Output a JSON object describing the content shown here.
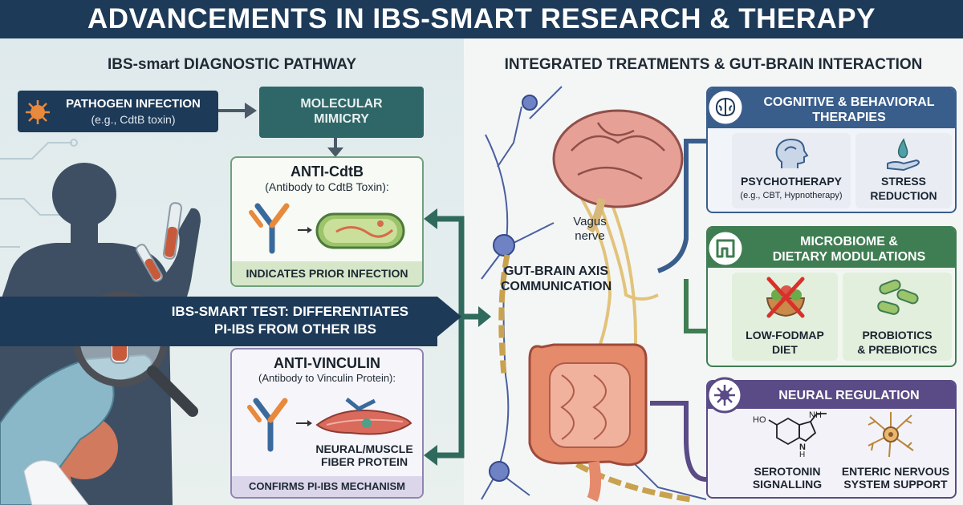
{
  "title": "ADVANCEMENTS IN IBS-SMART RESEARCH & THERAPY",
  "left": {
    "section_title": "IBS-smart DIAGNOSTIC PATHWAY",
    "pathogen": {
      "line1": "PATHOGEN INFECTION",
      "line2": "(e.g., CdtB toxin)"
    },
    "mimicry": {
      "line1": "MOLECULAR",
      "line2": "MIMICRY"
    },
    "cdtb": {
      "title": "ANTI-CdtB",
      "sub1": "(Antibody to CdtB Toxin):",
      "footer": "INDICATES PRIOR INFECTION"
    },
    "test": {
      "line1": "IBS-SMART TEST: DIFFERENTIATES",
      "line2": "PI-IBS FROM OTHER IBS"
    },
    "vinculin": {
      "title": "ANTI-VINCULIN",
      "sub1": "(Antibody to Vinculin Protein):",
      "protein1": "NEURAL/MUSCLE",
      "protein2": "FIBER PROTEIN",
      "footer": "CONFIRMS PI-IBS MECHANISM"
    }
  },
  "right": {
    "section_title": "INTEGRATED TREATMENTS & GUT-BRAIN INTERACTION",
    "vagus1": "Vagus",
    "vagus2": "nerve",
    "axis1": "GUT-BRAIN AXIS",
    "axis2": "COMMUNICATION",
    "cbt": {
      "head1": "COGNITIVE & BEHAVIORAL",
      "head2": "THERAPIES",
      "item1": "PSYCHOTHERAPY",
      "item1_note": "(e.g., CBT, Hypnotherapy)",
      "item2a": "STRESS",
      "item2b": "REDUCTION"
    },
    "micro": {
      "head1": "MICROBIOME &",
      "head2": "DIETARY MODULATIONS",
      "item1a": "LOW-FODMAP",
      "item1b": "DIET",
      "item2a": "PROBIOTICS",
      "item2b": "& PREBIOTICS"
    },
    "neural": {
      "head": "NEURAL REGULATION",
      "mol_nh": "NH",
      "mol_ho": "HO",
      "mol_n": "N",
      "mol_h": "H",
      "item1a": "SEROTONIN",
      "item1b": "SIGNALLING",
      "item2a": "ENTERIC NERVOUS",
      "item2b": "SYSTEM SUPPORT"
    }
  },
  "colors": {
    "navy": "#1d3a58",
    "teal": "#2f6668",
    "green": "#3f7d52",
    "blue": "#3a5e8c",
    "purple": "#5a4a86"
  }
}
